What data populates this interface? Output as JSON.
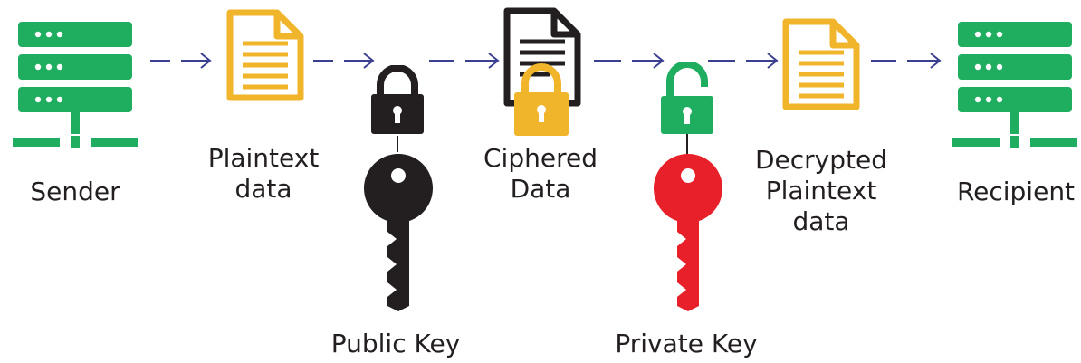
{
  "diagram": {
    "title": "",
    "colors": {
      "server": "#1fad5f",
      "document": "#f1b52c",
      "cipher_doc_outline": "#231f20",
      "lock_dark": "#231f20",
      "lock_orange": "#f1b52c",
      "lock_green": "#1fad5f",
      "key_public": "#231f20",
      "key_private": "#e8202a",
      "arrow": "#3b3f8f",
      "text": "#231f20"
    },
    "nodes": {
      "sender": {
        "label": "Sender",
        "icon": "server-icon"
      },
      "plaintext": {
        "line1": "Plaintext",
        "line2": "data",
        "icon": "document-icon"
      },
      "public_key": {
        "label": "Public Key",
        "icon": "key-icon"
      },
      "ciphered": {
        "line1": "Ciphered",
        "line2": "Data",
        "icon": "encrypted-document-icon"
      },
      "private_key": {
        "label": "Private Key",
        "icon": "key-icon"
      },
      "decrypted": {
        "line1": "Decrypted",
        "line2": "Plaintext",
        "line3": "data",
        "icon": "document-icon"
      },
      "recipient": {
        "label": "Recipient",
        "icon": "server-icon"
      }
    },
    "flow": [
      "sender",
      "plaintext",
      "public_key",
      "ciphered",
      "private_key",
      "decrypted",
      "recipient"
    ]
  }
}
